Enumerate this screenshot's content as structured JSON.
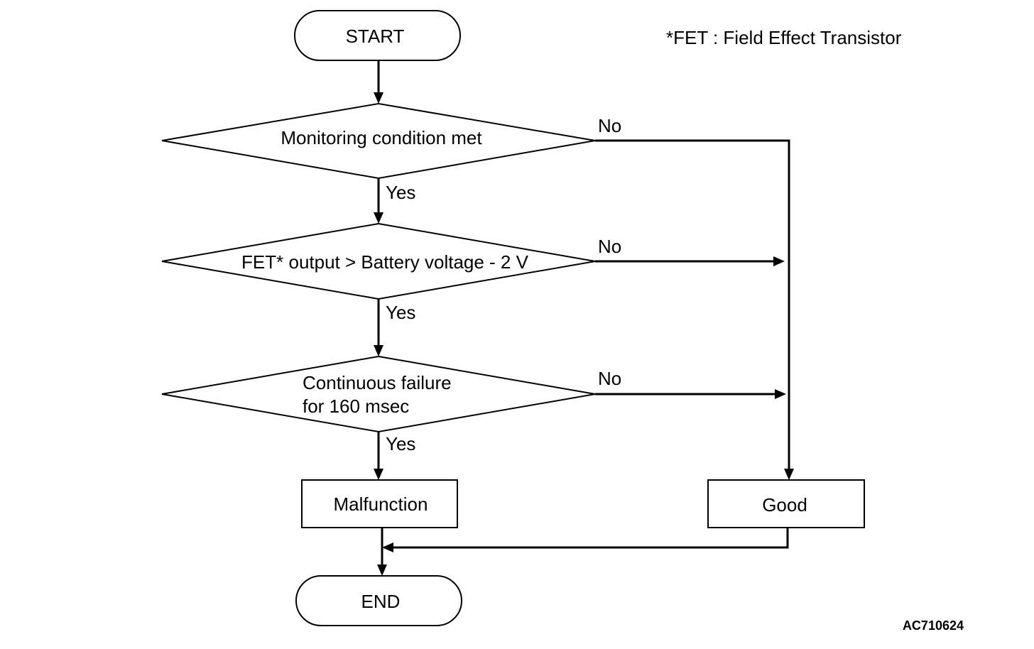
{
  "flowchart": {
    "start": "START",
    "end": "END",
    "footnote": "*FET : Field Effect Transistor",
    "figure_code": "AC710624",
    "decisions": [
      {
        "text_lines": [
          "Monitoring condition met"
        ],
        "yes_label": "Yes",
        "no_label": "No"
      },
      {
        "text_lines": [
          "FET* output > Battery voltage - 2 V"
        ],
        "yes_label": "Yes",
        "no_label": "No"
      },
      {
        "text_lines": [
          "Continuous failure",
          "for 160 msec"
        ],
        "yes_label": "Yes",
        "no_label": "No"
      }
    ],
    "outcomes": {
      "malfunction": "Malfunction",
      "good": "Good"
    }
  }
}
